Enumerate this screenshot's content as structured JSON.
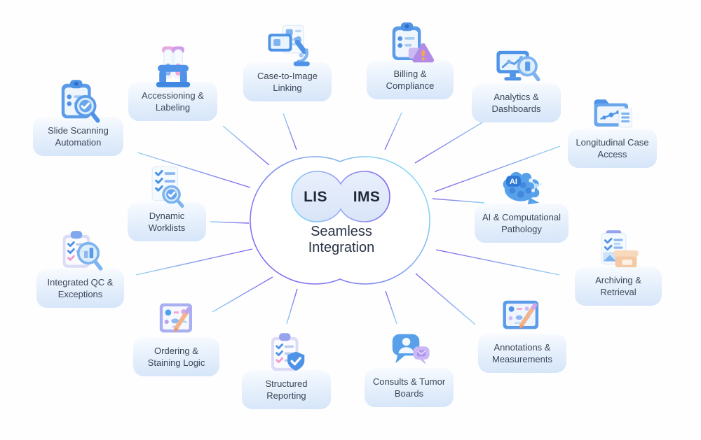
{
  "center": {
    "lis": "LIS",
    "ims": "IMS",
    "subtitle": "Seamless\nIntegration"
  },
  "nodes": [
    {
      "id": "slide-scanning-automation",
      "label": "Slide Scanning\nAutomation",
      "icon": "clipboard-scan-check-icon"
    },
    {
      "id": "accessioning-labeling",
      "label": "Accessioning &\nLabeling",
      "icon": "test-tube-rack-icon"
    },
    {
      "id": "case-to-image-linking",
      "label": "Case-to-Image\nLinking",
      "icon": "document-microscope-icon"
    },
    {
      "id": "billing-compliance",
      "label": "Billing &\nCompliance",
      "icon": "clipboard-warning-icon"
    },
    {
      "id": "analytics-dashboards",
      "label": "Analytics &\nDashboards",
      "icon": "monitor-chart-magnifier-icon"
    },
    {
      "id": "longitudinal-case-access",
      "label": "Longitudinal Case\nAccess",
      "icon": "folder-timeline-icon"
    },
    {
      "id": "ai-computational-pathology",
      "label": "AI & Computational\nPathology",
      "icon": "ai-brain-icon",
      "badge": "AI"
    },
    {
      "id": "archiving-retrieval",
      "label": "Archiving &\nRetrieval",
      "icon": "document-archive-box-icon"
    },
    {
      "id": "annotations-measurements",
      "label": "Annotations &\nMeasurements",
      "icon": "annotation-board-pencil-icon"
    },
    {
      "id": "consults-tumor-boards",
      "label": "Consults & Tumor\nBoards",
      "icon": "chat-bubbles-icon"
    },
    {
      "id": "structured-reporting",
      "label": "Structured\nReporting",
      "icon": "clipboard-shield-check-icon"
    },
    {
      "id": "ordering-staining-logic",
      "label": "Ordering &\nStaining Logic",
      "icon": "staining-board-pencil-icon"
    },
    {
      "id": "integrated-qc-exceptions",
      "label": "Integrated QC &\nExceptions",
      "icon": "clipboard-magnifier-bars-icon"
    },
    {
      "id": "dynamic-worklists",
      "label": "Dynamic\nWorklists",
      "icon": "checklist-magnifier-icon"
    }
  ],
  "colors": {
    "accent_purple": "#8166ef",
    "accent_blue": "#4f93e8",
    "line_cyan": "#93d3f2",
    "card_top": "#f9fcff",
    "card_bottom": "#d5e5f9",
    "label_text": "#3b4758",
    "center_text": "#1f2938"
  }
}
